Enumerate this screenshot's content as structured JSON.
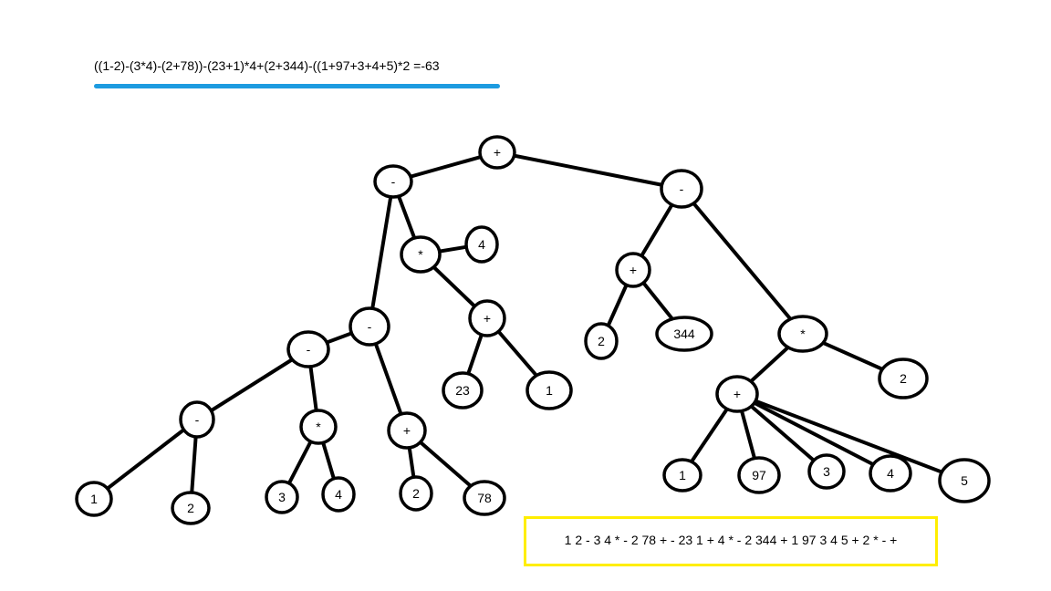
{
  "expression": "((1-2)-(3*4)-(2+78))-(23+1)*4+(2+344)-((1+97+3+4+5)*2 =-63",
  "postfix": "1 2 - 3 4 * - 2 78 + - 23 1 + 4 * - 2 344 + 1 97 3 4 5 + 2 * - +",
  "colors": {
    "underline": "#1d9be0",
    "highlight_box": "#ffee00"
  },
  "tree": {
    "nodes": [
      {
        "id": "root",
        "label": "+"
      },
      {
        "id": "minus-l",
        "label": "-"
      },
      {
        "id": "minus-r",
        "label": "-"
      },
      {
        "id": "times-a",
        "label": "*"
      },
      {
        "id": "four-a",
        "label": "4"
      },
      {
        "id": "plus-a",
        "label": "+"
      },
      {
        "id": "n23",
        "label": "23"
      },
      {
        "id": "n1a",
        "label": "1"
      },
      {
        "id": "minus-ll",
        "label": "-"
      },
      {
        "id": "minus-lll",
        "label": "-"
      },
      {
        "id": "minus-llll",
        "label": "-"
      },
      {
        "id": "n1b",
        "label": "1"
      },
      {
        "id": "n2a",
        "label": "2"
      },
      {
        "id": "times-b",
        "label": "*"
      },
      {
        "id": "n3a",
        "label": "3"
      },
      {
        "id": "n4b",
        "label": "4"
      },
      {
        "id": "plus-b",
        "label": "+"
      },
      {
        "id": "n2b",
        "label": "2"
      },
      {
        "id": "n78",
        "label": "78"
      },
      {
        "id": "plus-c",
        "label": "+"
      },
      {
        "id": "n2c",
        "label": "2"
      },
      {
        "id": "n344",
        "label": "344"
      },
      {
        "id": "times-c",
        "label": "*"
      },
      {
        "id": "n2d",
        "label": "2"
      },
      {
        "id": "plus-d",
        "label": "+"
      },
      {
        "id": "n1c",
        "label": "1"
      },
      {
        "id": "n97",
        "label": "97"
      },
      {
        "id": "n3b",
        "label": "3"
      },
      {
        "id": "n4c",
        "label": "4"
      },
      {
        "id": "n5",
        "label": "5"
      }
    ],
    "edges": [
      [
        "root",
        "minus-l"
      ],
      [
        "root",
        "minus-r"
      ],
      [
        "minus-l",
        "times-a"
      ],
      [
        "minus-l",
        "minus-ll"
      ],
      [
        "times-a",
        "four-a"
      ],
      [
        "times-a",
        "plus-a"
      ],
      [
        "plus-a",
        "n23"
      ],
      [
        "plus-a",
        "n1a"
      ],
      [
        "minus-ll",
        "minus-lll"
      ],
      [
        "minus-ll",
        "plus-b"
      ],
      [
        "minus-lll",
        "minus-llll"
      ],
      [
        "minus-lll",
        "times-b"
      ],
      [
        "minus-llll",
        "n1b"
      ],
      [
        "minus-llll",
        "n2a"
      ],
      [
        "times-b",
        "n3a"
      ],
      [
        "times-b",
        "n4b"
      ],
      [
        "plus-b",
        "n2b"
      ],
      [
        "plus-b",
        "n78"
      ],
      [
        "minus-r",
        "plus-c"
      ],
      [
        "minus-r",
        "times-c"
      ],
      [
        "plus-c",
        "n2c"
      ],
      [
        "plus-c",
        "n344"
      ],
      [
        "times-c",
        "plus-d"
      ],
      [
        "times-c",
        "n2d"
      ],
      [
        "plus-d",
        "n1c"
      ],
      [
        "plus-d",
        "n97"
      ],
      [
        "plus-d",
        "n3b"
      ],
      [
        "plus-d",
        "n4c"
      ],
      [
        "plus-d",
        "n5"
      ]
    ]
  }
}
